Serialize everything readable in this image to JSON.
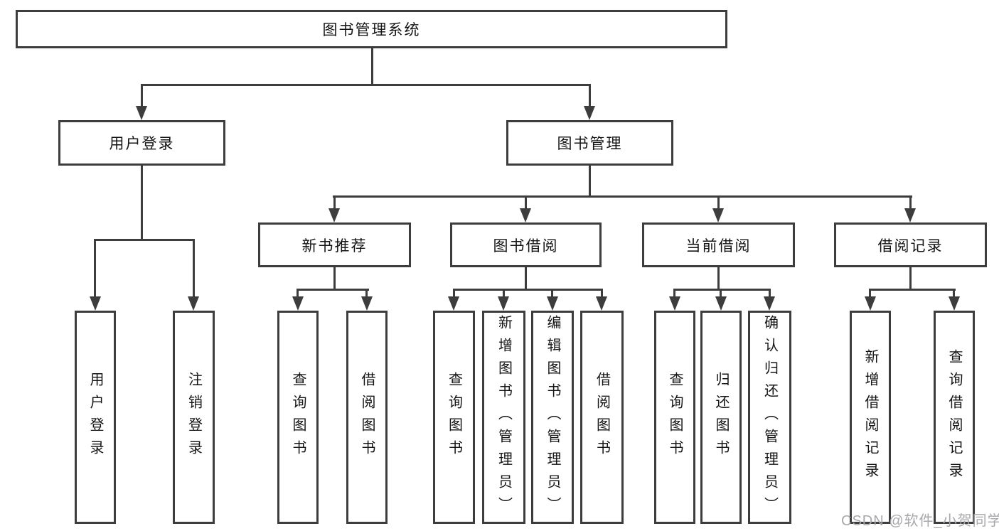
{
  "diagram": {
    "colors": {
      "line": "#3d3d3d",
      "text": "#141414",
      "background": "#ffffff"
    },
    "root": {
      "label": "图书管理系统"
    },
    "level2": [
      {
        "label": "用户登录"
      },
      {
        "label": "图书管理"
      }
    ],
    "level3": [
      {
        "label": "新书推荐"
      },
      {
        "label": "图书借阅"
      },
      {
        "label": "当前借阅"
      },
      {
        "label": "借阅记录"
      }
    ],
    "leaves": {
      "user_login": [
        "用户登录",
        "注销登录"
      ],
      "new_book_recommend": [
        "查询图书",
        "借阅图书"
      ],
      "book_borrow": [
        "查询图书",
        "新增图书（管理员）",
        "编辑图书（管理员）",
        "借阅图书"
      ],
      "current_borrow": [
        "查询图书",
        "归还图书",
        "确认归还（管理员）"
      ],
      "borrow_records": [
        "新增借阅记录",
        "查询借阅记录"
      ]
    }
  },
  "watermark": {
    "text": "CSDN @软件_小贺同学",
    "color": "#a8a8ac"
  }
}
